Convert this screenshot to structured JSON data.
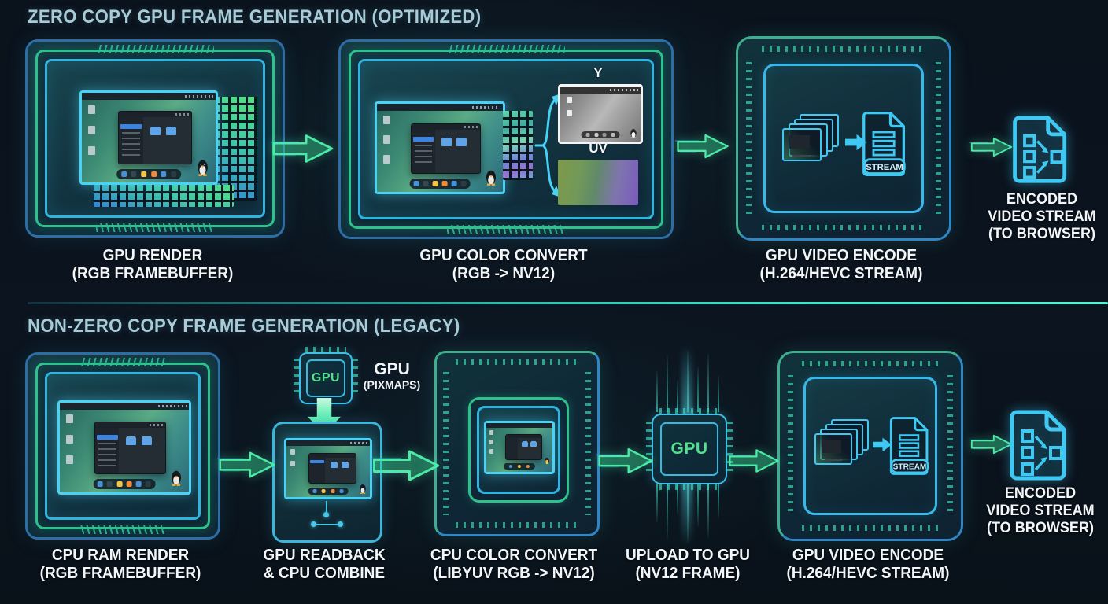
{
  "colors": {
    "background": "#0b141f",
    "arrow_green": "#4ceaa6",
    "outline_cyan": "#3fc9f2",
    "outline_green": "#2ec08d",
    "outline_blue": "#2e6da5",
    "title_text": "#a7ccd8",
    "caption_text": "#f2f6f8",
    "chip_text_green": "#55e08d"
  },
  "top": {
    "title": "ZERO COPY GPU FRAME GENERATION (OPTIMIZED)",
    "stage1": {
      "line1": "GPU RENDER",
      "line2": "(RGB FRAMEBUFFER)"
    },
    "stage2": {
      "line1": "GPU COLOR CONVERT",
      "line2": "(RGB -> NV12)",
      "y_label": "Y",
      "uv_label": "UV"
    },
    "stage3": {
      "line1": "GPU VIDEO ENCODE",
      "line2": "(H.264/HEVC STREAM)",
      "stream": "STREAM"
    },
    "output": {
      "line1": "ENCODED",
      "line2": "VIDEO STREAM",
      "line3": "(TO BROWSER)"
    }
  },
  "bottom": {
    "title": "NON-ZERO COPY FRAME GENERATION (LEGACY)",
    "stage1": {
      "line1": "CPU RAM RENDER",
      "line2": "(RGB FRAMEBUFFER)"
    },
    "gpu_chip": {
      "chip": "GPU",
      "label1": "GPU",
      "label2": "(PIXMAPS)"
    },
    "stage2": {
      "line1": "GPU READBACK",
      "line2": "& CPU COMBINE"
    },
    "stage3": {
      "line1": "CPU COLOR CONVERT",
      "line2": "(LIBYUV RGB -> NV12)"
    },
    "stage4": {
      "line1": "UPLOAD TO GPU",
      "line2": "(NV12 FRAME)",
      "chip": "GPU"
    },
    "stage5": {
      "line1": "GPU VIDEO ENCODE",
      "line2": "(H.264/HEVC STREAM)",
      "stream": "STREAM"
    },
    "output": {
      "line1": "ENCODED",
      "line2": "VIDEO STREAM",
      "line3": "(TO BROWSER)"
    }
  }
}
